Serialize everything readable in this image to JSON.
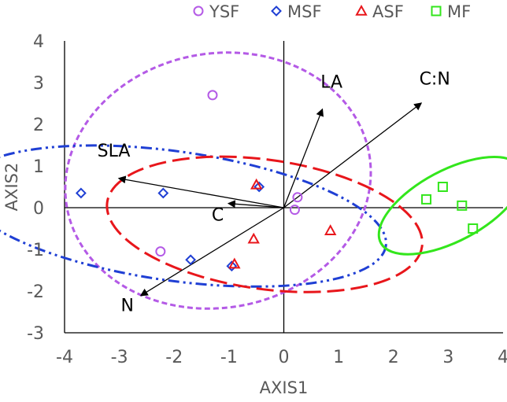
{
  "chart_data": {
    "type": "scatter",
    "title": "",
    "xlabel": "AXIS1",
    "ylabel": "AXIS2",
    "xlim": [
      -4,
      4
    ],
    "ylim": [
      -3,
      4
    ],
    "xticks": [
      -4,
      -3,
      -2,
      -1,
      0,
      1,
      2,
      3,
      4
    ],
    "yticks": [
      -3,
      -2,
      -1,
      0,
      1,
      2,
      3,
      4
    ],
    "xtick_labels": [
      "-4",
      "-3",
      "-2",
      "-1",
      "0",
      "1",
      "2",
      "3",
      "4"
    ],
    "ytick_labels": [
      "-3",
      "-2",
      "-1",
      "0",
      "1",
      "2",
      "3",
      "4"
    ],
    "grid": false,
    "legend_position": "top",
    "series": [
      {
        "name": "YSF",
        "marker": "circle",
        "color": "#b45ae6",
        "points": [
          [
            -1.3,
            2.7
          ],
          [
            -2.25,
            -1.05
          ],
          [
            0.25,
            0.25
          ],
          [
            0.2,
            -0.05
          ]
        ]
      },
      {
        "name": "MSF",
        "marker": "diamond",
        "color": "#1f3fd4",
        "points": [
          [
            -3.7,
            0.35
          ],
          [
            -2.2,
            0.35
          ],
          [
            -1.7,
            -1.25
          ],
          [
            -0.45,
            0.5
          ],
          [
            -0.95,
            -1.4
          ]
        ]
      },
      {
        "name": "ASF",
        "marker": "triangle",
        "color": "#e8161b",
        "points": [
          [
            -0.5,
            0.55
          ],
          [
            -0.55,
            -0.75
          ],
          [
            -0.9,
            -1.35
          ],
          [
            0.85,
            -0.55
          ]
        ]
      },
      {
        "name": "MF",
        "marker": "square",
        "color": "#33e61c",
        "points": [
          [
            2.6,
            0.2
          ],
          [
            2.9,
            0.5
          ],
          [
            3.25,
            0.05
          ],
          [
            3.45,
            -0.5
          ]
        ]
      }
    ],
    "ellipses": [
      {
        "series": "YSF",
        "cx": -1.2,
        "cy": 0.65,
        "rx": 2.8,
        "ry": 3.05,
        "angle": -10,
        "color": "#b45ae6",
        "dash": "short-dash"
      },
      {
        "series": "MSF",
        "cx": -2.0,
        "cy": -0.2,
        "rx": 3.9,
        "ry": 1.55,
        "angle": 8,
        "color": "#1f3fd4",
        "dash": "dash-dot-dot"
      },
      {
        "series": "ASF",
        "cx": -0.35,
        "cy": -0.4,
        "rx": 2.9,
        "ry": 1.55,
        "angle": 8,
        "color": "#e8161b",
        "dash": "long-dash"
      },
      {
        "series": "MF",
        "cx": 3.05,
        "cy": 0.05,
        "rx": 1.45,
        "ry": 0.85,
        "angle": -28,
        "color": "#33e61c",
        "dash": "solid"
      }
    ],
    "vectors": [
      {
        "label": "LA",
        "x": 0.7,
        "y": 2.35
      },
      {
        "label": "C:N",
        "x": 2.5,
        "y": 2.5
      },
      {
        "label": "SLA",
        "x": -3.0,
        "y": 0.7
      },
      {
        "label": "C",
        "x": -1.0,
        "y": 0.1
      },
      {
        "label": "N",
        "x": -2.6,
        "y": -2.1
      }
    ],
    "vector_labels": {
      "LA": "LA",
      "C:N": "C:N",
      "SLA": "SLA",
      "C": "C",
      "N": "N"
    }
  }
}
